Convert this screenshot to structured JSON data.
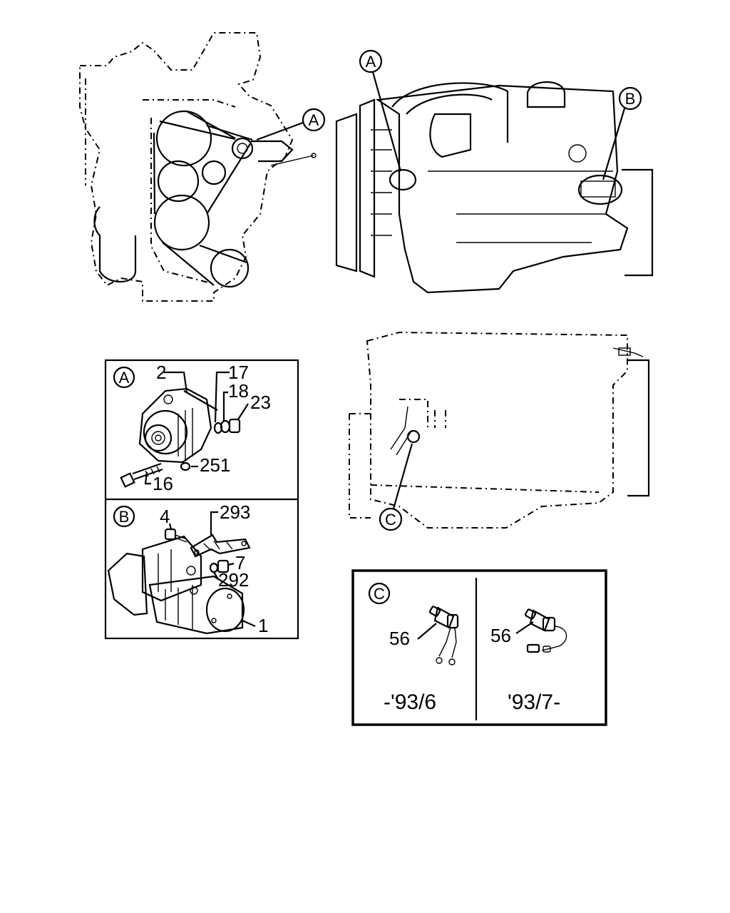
{
  "callouts": {
    "view1_A": "A",
    "view2_A": "A",
    "view2_B": "B",
    "view3_C": "C"
  },
  "panel_A": {
    "title": "A",
    "parts": [
      "2",
      "17",
      "18",
      "23",
      "251",
      "16"
    ]
  },
  "panel_B": {
    "title": "B",
    "parts": [
      "4",
      "293",
      "7",
      "292",
      "1"
    ]
  },
  "panel_C": {
    "title": "C",
    "left": {
      "part": "56",
      "date": "-'93/6"
    },
    "right": {
      "part": "56",
      "date": "'93/7-"
    }
  }
}
